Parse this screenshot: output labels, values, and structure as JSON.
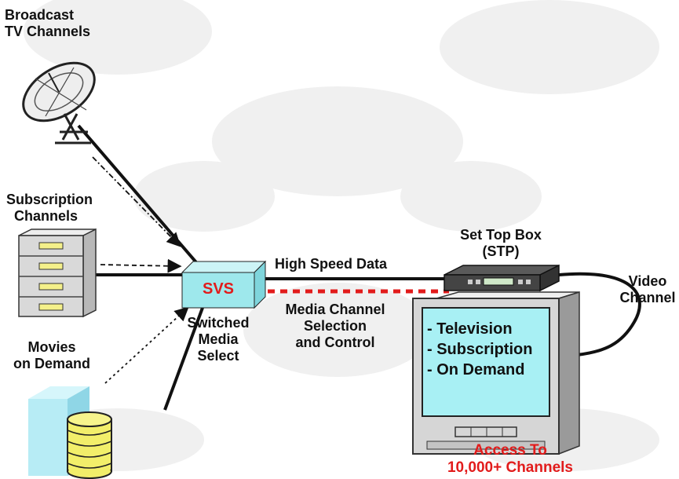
{
  "labels": {
    "broadcast_line1": "Broadcast",
    "broadcast_line2": "TV Channels",
    "subscription_line1": "Subscription",
    "subscription_line2": "Channels",
    "movies_line1": "Movies",
    "movies_line2": "on Demand",
    "svs": "SVS",
    "switched_line1": "Switched",
    "switched_line2": "Media",
    "switched_line3": "Select",
    "high_speed_data": "High Speed Data",
    "media_line1": "Media Channel",
    "media_line2": "Selection",
    "media_line3": "and Control",
    "stb_line1": "Set Top Box",
    "stb_line2": "(STP)",
    "video_line1": "Video",
    "video_line2": "Channel",
    "tv_line1": "- Television",
    "tv_line2": "- Subscription",
    "tv_line3": "- On Demand",
    "access_line1": "Access To",
    "access_line2": "10,000+ Channels"
  },
  "colors": {
    "accent_red": "#e21b1b",
    "svs_box": "#9ee8ec",
    "tv_screen": "#a8f0f4",
    "cabinet": "#d6d6d6",
    "folder_yellow": "#f4f08a",
    "db_yellow": "#f2ee6a",
    "movies_box": "#b7ecf5",
    "watermark": "#f0f0f0"
  }
}
